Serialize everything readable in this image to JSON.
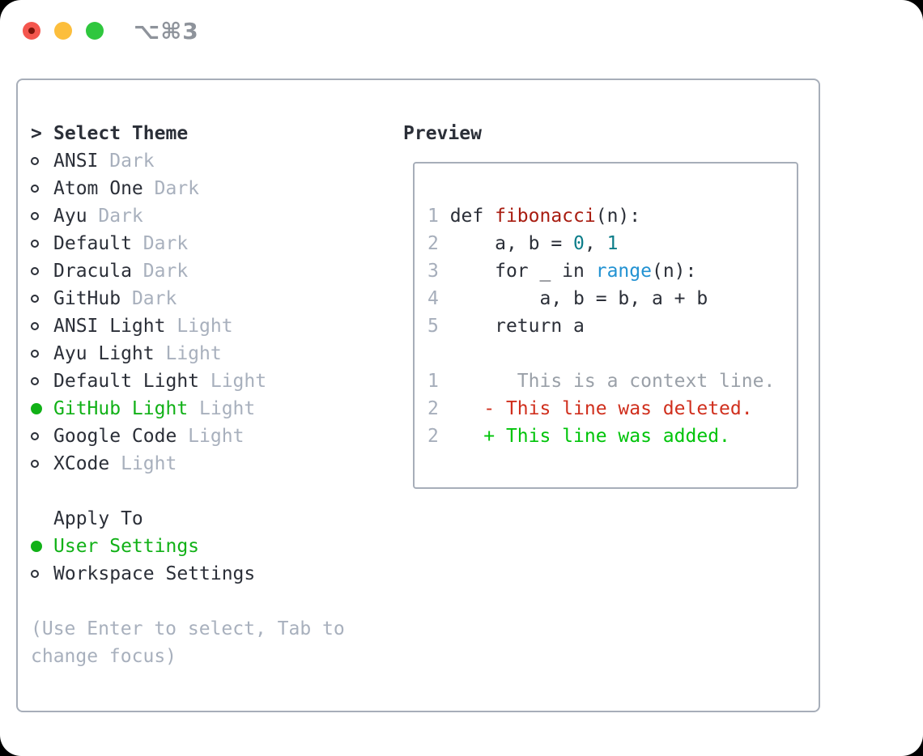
{
  "window": {
    "title": "⌥⌘3"
  },
  "colors": {
    "fg": "#2b2f38",
    "muted": "#a8b0bd",
    "ln": "#a6aebb",
    "green": "#11b117",
    "added": "#00c40a",
    "deleted": "#d02f1d",
    "func": "#a81c10",
    "num": "#0c7d89",
    "builtin": "#2292d2",
    "context": "#9aa0a8",
    "border": "#a7aeb9",
    "title": "#8e939b",
    "light_red": "#f4564e",
    "light_red_inner": "#7c140a",
    "light_yellow": "#fcbe3c",
    "light_green": "#2fc73e"
  },
  "theme_selector": {
    "header_prefix": ">",
    "header": "Select Theme",
    "themes": [
      {
        "name": "ANSI",
        "variant": "Dark",
        "selected": false
      },
      {
        "name": "Atom One",
        "variant": "Dark",
        "selected": false
      },
      {
        "name": "Ayu",
        "variant": "Dark",
        "selected": false
      },
      {
        "name": "Default",
        "variant": "Dark",
        "selected": false
      },
      {
        "name": "Dracula",
        "variant": "Dark",
        "selected": false
      },
      {
        "name": "GitHub",
        "variant": "Dark",
        "selected": false
      },
      {
        "name": "ANSI Light",
        "variant": "Light",
        "selected": false
      },
      {
        "name": "Ayu Light",
        "variant": "Light",
        "selected": false
      },
      {
        "name": "Default Light",
        "variant": "Light",
        "selected": false
      },
      {
        "name": "GitHub Light",
        "variant": "Light",
        "selected": true
      },
      {
        "name": "Google Code",
        "variant": "Light",
        "selected": false
      },
      {
        "name": "XCode",
        "variant": "Light",
        "selected": false
      }
    ],
    "apply_to": {
      "header": "Apply To",
      "options": [
        {
          "name": "User Settings",
          "selected": true
        },
        {
          "name": "Workspace Settings",
          "selected": false
        }
      ]
    },
    "hint": "(Use Enter to select, Tab to change focus)"
  },
  "preview": {
    "header": "Preview",
    "lines": [
      {
        "num": "1",
        "tokens": [
          {
            "t": "def ",
            "c": "fg"
          },
          {
            "t": "fibonacci",
            "c": "func"
          },
          {
            "t": "(n):",
            "c": "fg"
          }
        ]
      },
      {
        "num": "2",
        "tokens": [
          {
            "t": "    a, b = ",
            "c": "fg"
          },
          {
            "t": "0",
            "c": "num"
          },
          {
            "t": ", ",
            "c": "fg"
          },
          {
            "t": "1",
            "c": "num"
          }
        ]
      },
      {
        "num": "3",
        "tokens": [
          {
            "t": "    for _ in ",
            "c": "fg"
          },
          {
            "t": "range",
            "c": "builtin"
          },
          {
            "t": "(n):",
            "c": "fg"
          }
        ]
      },
      {
        "num": "4",
        "tokens": [
          {
            "t": "        a, b = b, a + b",
            "c": "fg"
          }
        ]
      },
      {
        "num": "5",
        "tokens": [
          {
            "t": "    return a",
            "c": "fg"
          }
        ]
      },
      {
        "num": "",
        "tokens": []
      },
      {
        "num": "1",
        "tokens": [
          {
            "t": "      This is a context line.",
            "c": "context"
          }
        ]
      },
      {
        "num": "2",
        "tokens": [
          {
            "t": "   - This line was deleted.",
            "c": "deleted"
          }
        ]
      },
      {
        "num": "2",
        "tokens": [
          {
            "t": "   + This line was added.",
            "c": "added"
          }
        ]
      }
    ]
  }
}
